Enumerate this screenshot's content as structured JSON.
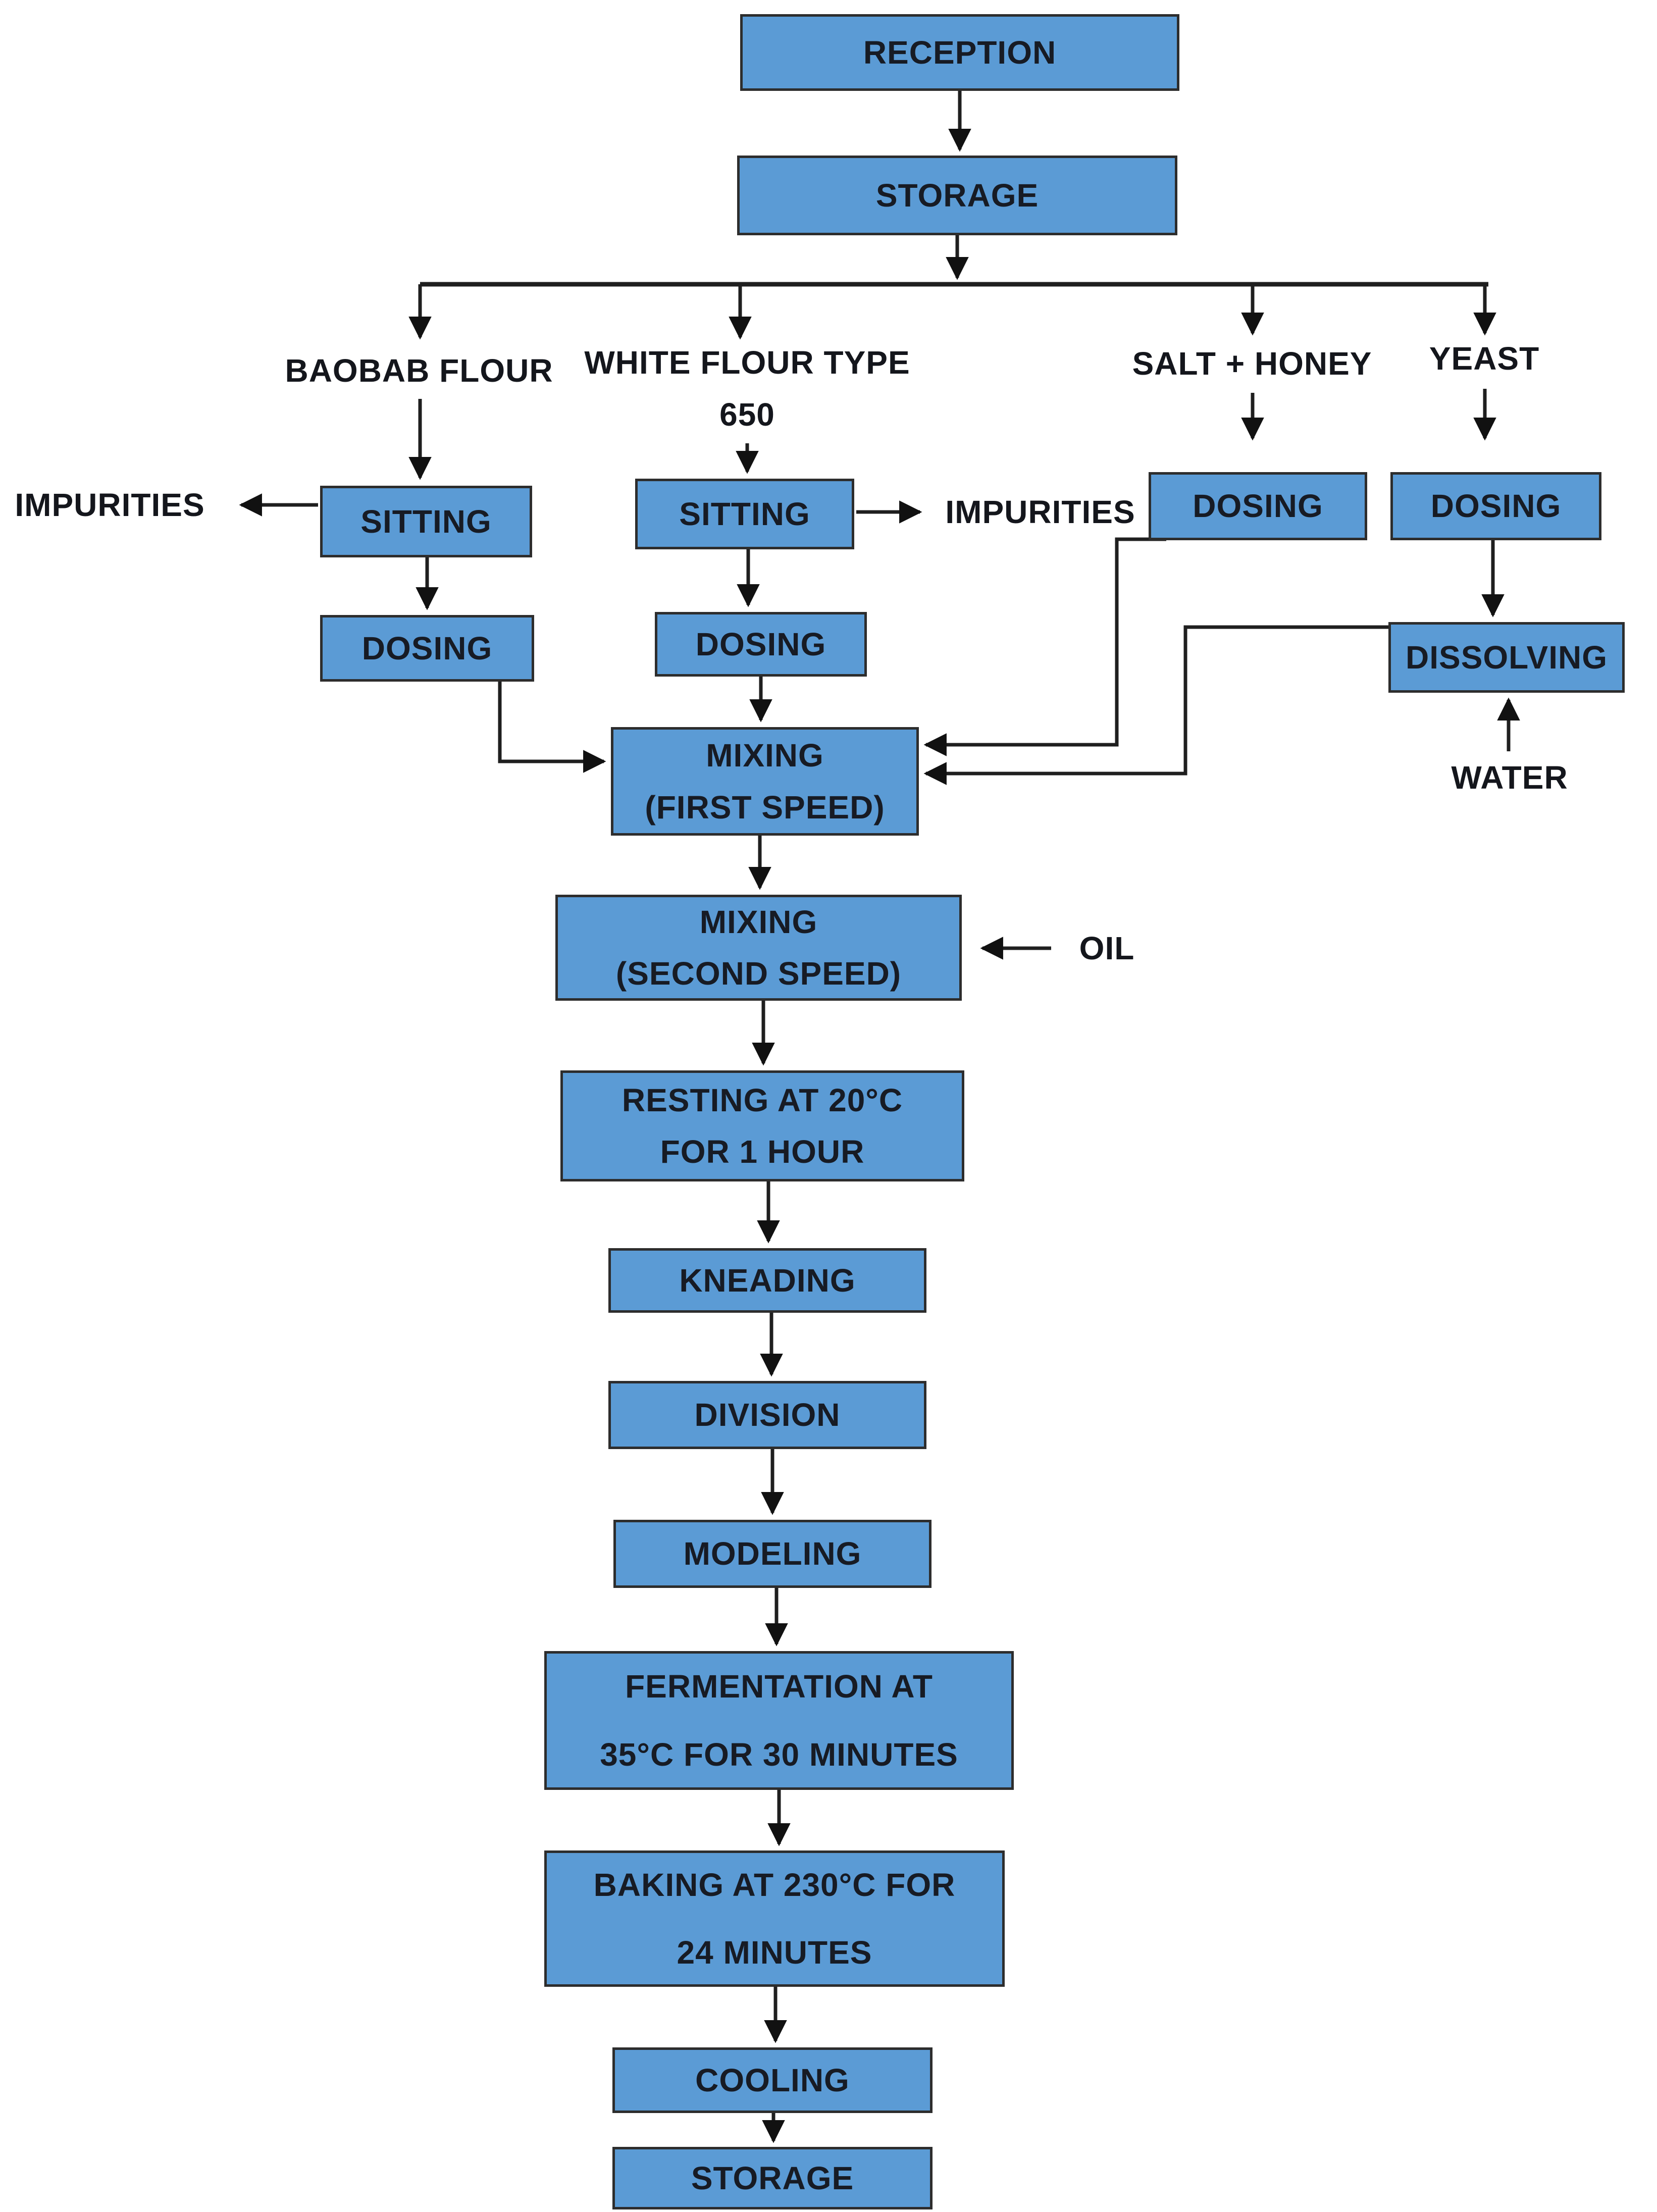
{
  "diagram": {
    "nodes": [
      {
        "id": "reception",
        "lines": [
          "RECEPTION"
        ]
      },
      {
        "id": "storage-top",
        "lines": [
          "STORAGE"
        ]
      },
      {
        "id": "sitting-baobab",
        "lines": [
          "SITTING"
        ]
      },
      {
        "id": "sitting-white",
        "lines": [
          "SITTING"
        ]
      },
      {
        "id": "dosing-salt",
        "lines": [
          "DOSING"
        ]
      },
      {
        "id": "dosing-yeast",
        "lines": [
          "DOSING"
        ]
      },
      {
        "id": "dosing-baobab",
        "lines": [
          "DOSING"
        ]
      },
      {
        "id": "dosing-white",
        "lines": [
          "DOSING"
        ]
      },
      {
        "id": "dissolving",
        "lines": [
          "DISSOLVING"
        ]
      },
      {
        "id": "mixing-first",
        "lines": [
          "MIXING",
          "(FIRST SPEED)"
        ]
      },
      {
        "id": "mixing-second",
        "lines": [
          "MIXING",
          "(SECOND SPEED)"
        ]
      },
      {
        "id": "resting",
        "lines": [
          "RESTING AT 20°C",
          "FOR 1 HOUR"
        ]
      },
      {
        "id": "kneading",
        "lines": [
          "KNEADING"
        ]
      },
      {
        "id": "division",
        "lines": [
          "DIVISION"
        ]
      },
      {
        "id": "modeling",
        "lines": [
          "MODELING"
        ]
      },
      {
        "id": "fermentation",
        "lines": [
          "FERMENTATION AT",
          "35°C FOR 30 MINUTES"
        ]
      },
      {
        "id": "baking",
        "lines": [
          "BAKING AT 230°C FOR",
          "24 MINUTES"
        ]
      },
      {
        "id": "cooling",
        "lines": [
          "COOLING"
        ]
      },
      {
        "id": "storage-bottom",
        "lines": [
          "STORAGE"
        ]
      }
    ],
    "labels": [
      {
        "id": "baobab-flour",
        "lines": [
          "BAOBAB FLOUR"
        ]
      },
      {
        "id": "white-flour",
        "lines": [
          "WHITE FLOUR TYPE",
          "650"
        ]
      },
      {
        "id": "salt-honey",
        "lines": [
          "SALT + HONEY"
        ]
      },
      {
        "id": "yeast",
        "lines": [
          "YEAST"
        ]
      },
      {
        "id": "impurities-left",
        "lines": [
          "IMPURITIES"
        ]
      },
      {
        "id": "impurities-right",
        "lines": [
          "IMPURITIES"
        ]
      },
      {
        "id": "water",
        "lines": [
          "WATER"
        ]
      },
      {
        "id": "oil",
        "lines": [
          "OIL"
        ]
      }
    ],
    "edges": [
      {
        "from": "reception",
        "to": "storage-top"
      },
      {
        "from": "storage-top",
        "to": "ingredients-branch"
      },
      {
        "from": "ingredients-branch",
        "to": "baobab-flour"
      },
      {
        "from": "ingredients-branch",
        "to": "white-flour"
      },
      {
        "from": "ingredients-branch",
        "to": "salt-honey"
      },
      {
        "from": "ingredients-branch",
        "to": "yeast"
      },
      {
        "from": "baobab-flour",
        "to": "sitting-baobab"
      },
      {
        "from": "white-flour",
        "to": "sitting-white"
      },
      {
        "from": "salt-honey",
        "to": "dosing-salt"
      },
      {
        "from": "yeast",
        "to": "dosing-yeast"
      },
      {
        "from": "sitting-baobab",
        "to": "impurities-left"
      },
      {
        "from": "sitting-baobab",
        "to": "dosing-baobab"
      },
      {
        "from": "sitting-white",
        "to": "impurities-right"
      },
      {
        "from": "sitting-white",
        "to": "dosing-white"
      },
      {
        "from": "dosing-baobab",
        "to": "mixing-first"
      },
      {
        "from": "dosing-white",
        "to": "mixing-first"
      },
      {
        "from": "dosing-salt",
        "to": "mixing-first"
      },
      {
        "from": "dosing-yeast",
        "to": "dissolving"
      },
      {
        "from": "water",
        "to": "dissolving"
      },
      {
        "from": "dissolving",
        "to": "mixing-first"
      },
      {
        "from": "mixing-first",
        "to": "mixing-second"
      },
      {
        "from": "oil",
        "to": "mixing-second"
      },
      {
        "from": "mixing-second",
        "to": "resting"
      },
      {
        "from": "resting",
        "to": "kneading"
      },
      {
        "from": "kneading",
        "to": "division"
      },
      {
        "from": "division",
        "to": "modeling"
      },
      {
        "from": "modeling",
        "to": "fermentation"
      },
      {
        "from": "fermentation",
        "to": "baking"
      },
      {
        "from": "baking",
        "to": "cooling"
      },
      {
        "from": "cooling",
        "to": "storage-bottom"
      }
    ],
    "colors": {
      "box_fill": "#5b9bd5",
      "box_border": "#2d2d2d",
      "connector": "#1f1f1f",
      "text": "#171b24",
      "background": "#ffffff"
    }
  }
}
